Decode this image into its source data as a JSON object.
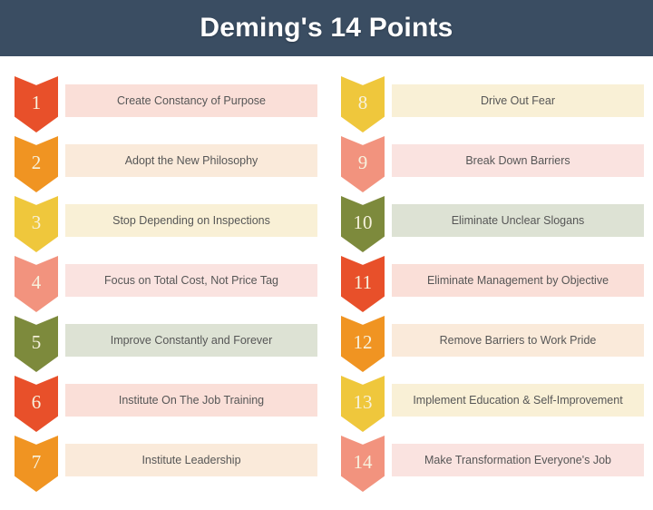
{
  "header": {
    "title": "Deming's 14 Points",
    "background_color": "#3a4d62",
    "text_color": "#ffffff"
  },
  "palette": {
    "red_orange": "#e8502a",
    "orange": "#f09422",
    "yellow": "#efc73c",
    "salmon": "#f2937e",
    "olive": "#7d8a3c",
    "bar_red_orange": "#fadfd8",
    "bar_orange": "#faeada",
    "bar_yellow": "#f9f0d6",
    "bar_salmon": "#fae3e0",
    "bar_olive": "#dde2d4",
    "number_color": "#f7f2de",
    "label_text_color": "#565656"
  },
  "columns": {
    "left": [
      {
        "number": "1",
        "label": "Create Constancy of Purpose",
        "chevron_color": "#e8502a",
        "bar_color": "#fadfd8"
      },
      {
        "number": "2",
        "label": "Adopt the New Philosophy",
        "chevron_color": "#f09422",
        "bar_color": "#faeada"
      },
      {
        "number": "3",
        "label": "Stop Depending on Inspections",
        "chevron_color": "#efc73c",
        "bar_color": "#f9f0d6"
      },
      {
        "number": "4",
        "label": "Focus on Total Cost, Not Price Tag",
        "chevron_color": "#f2937e",
        "bar_color": "#fae3e0"
      },
      {
        "number": "5",
        "label": "Improve Constantly and Forever",
        "chevron_color": "#7d8a3c",
        "bar_color": "#dde2d4"
      },
      {
        "number": "6",
        "label": "Institute On The Job Training",
        "chevron_color": "#e8502a",
        "bar_color": "#fadfd8"
      },
      {
        "number": "7",
        "label": "Institute Leadership",
        "chevron_color": "#f09422",
        "bar_color": "#faeada"
      }
    ],
    "right": [
      {
        "number": "8",
        "label": "Drive Out Fear",
        "chevron_color": "#efc73c",
        "bar_color": "#f9f0d6"
      },
      {
        "number": "9",
        "label": "Break Down Barriers",
        "chevron_color": "#f2937e",
        "bar_color": "#fae3e0"
      },
      {
        "number": "10",
        "label": "Eliminate Unclear Slogans",
        "chevron_color": "#7d8a3c",
        "bar_color": "#dde2d4"
      },
      {
        "number": "11",
        "label": "Eliminate Management by Objective",
        "chevron_color": "#e8502a",
        "bar_color": "#fadfd8"
      },
      {
        "number": "12",
        "label": "Remove Barriers to Work Pride",
        "chevron_color": "#f09422",
        "bar_color": "#faeada"
      },
      {
        "number": "13",
        "label": "Implement Education & Self-Improvement",
        "chevron_color": "#efc73c",
        "bar_color": "#f9f0d6"
      },
      {
        "number": "14",
        "label": "Make Transformation Everyone's Job",
        "chevron_color": "#f2937e",
        "bar_color": "#fae3e0"
      }
    ]
  }
}
